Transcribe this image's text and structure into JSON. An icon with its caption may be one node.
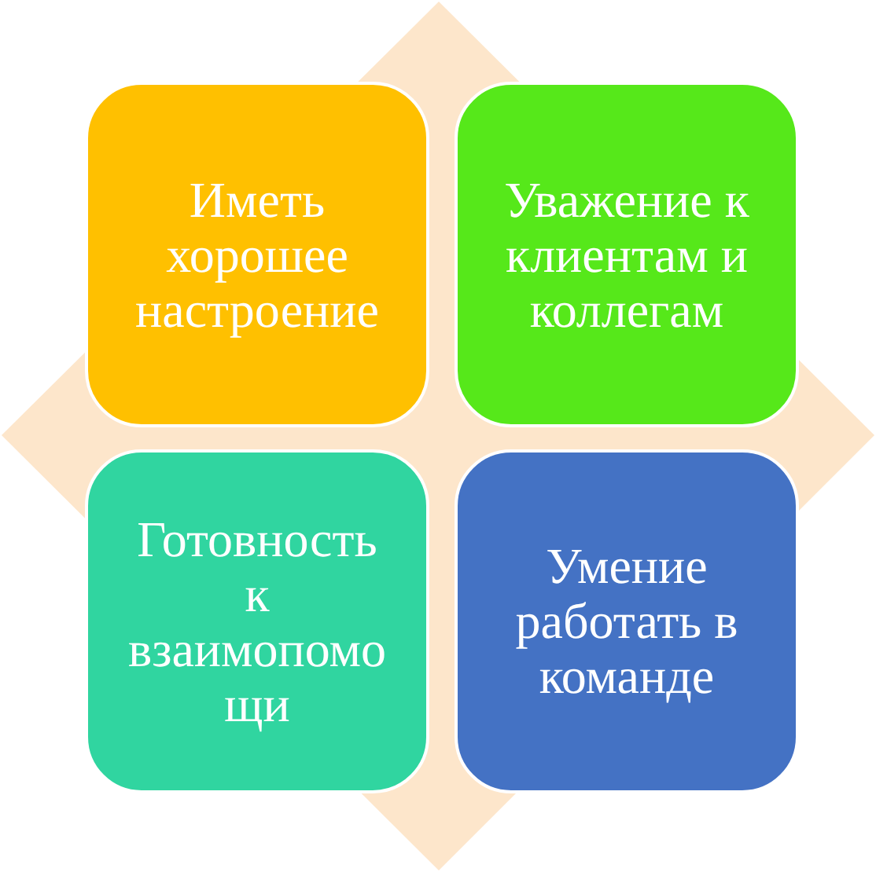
{
  "diagram": {
    "nodes": [
      {
        "text": [
          "Иметь хорошее настроение"
        ]
      },
      {
        "text": [
          "Уважение к клиентам и коллегам"
        ]
      },
      {
        "text": [
          "Готовность к взаимопомощи"
        ]
      },
      {
        "text": [
          "Умение работать в команде"
        ]
      }
    ]
  }
}
